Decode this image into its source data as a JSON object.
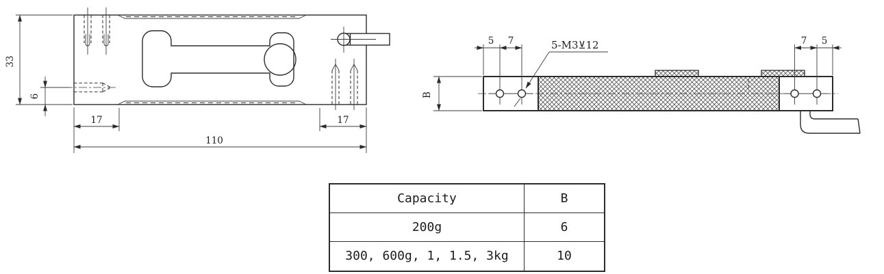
{
  "plan_view": {
    "dim_height": "33",
    "dim_hole_offset": "6",
    "dim_left_pocket": "17",
    "dim_right_pocket": "17",
    "dim_width": "110"
  },
  "side_view": {
    "dim_left_edge": "5",
    "dim_left_holes": "7",
    "dim_right_holes": "7",
    "dim_right_edge": "5",
    "dim_height_label": "B",
    "thread_callout": "5-M3⊻12"
  },
  "spec_table": {
    "headers": [
      "Capacity",
      "B"
    ],
    "rows": [
      [
        "200g",
        "6"
      ],
      [
        "300, 600g, 1, 1.5, 3kg",
        "10"
      ]
    ]
  },
  "colors": {
    "line": "#2b2b2b",
    "background": "#ffffff"
  }
}
